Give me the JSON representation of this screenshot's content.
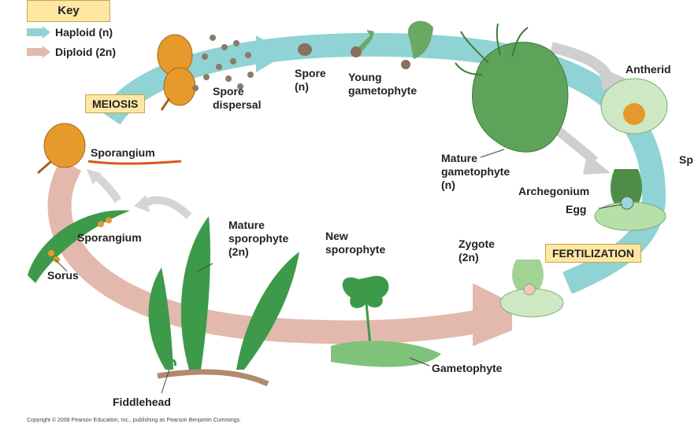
{
  "key": {
    "title": "Key",
    "haploid": "Haploid (n)",
    "diploid": "Diploid (2n)",
    "haploid_color": "#8fd3d4",
    "diploid_color": "#e3b9ad"
  },
  "boxes": {
    "meiosis": "MEIOSIS",
    "fertilization": "FERTILIZATION"
  },
  "labels": {
    "spore_dispersal": [
      "Spore",
      "dispersal"
    ],
    "spore": [
      "Spore",
      "(n)"
    ],
    "young_gametophyte": [
      "Young",
      "gametophyte"
    ],
    "antheridium": "Antherid",
    "sperm": "Sp",
    "mature_gametophyte": [
      "Mature",
      "gametophyte",
      "(n)"
    ],
    "archegonium": "Archegonium",
    "egg": "Egg",
    "zygote": [
      "Zygote",
      "(2n)"
    ],
    "new_sporophyte": [
      "New",
      "sporophyte"
    ],
    "gametophyte": "Gametophyte",
    "mature_sporophyte": [
      "Mature",
      "sporophyte",
      "(2n)"
    ],
    "fiddlehead": "Fiddlehead",
    "sporangium_top": "Sporangium",
    "sporangium_left": "Sporangium",
    "sorus": "Sorus"
  },
  "copyright": "Copyright © 2008 Pearson Education, Inc., publishing as Pearson Benjamin Cummings.",
  "colors": {
    "haploid": "#8fd3d4",
    "diploid": "#e3b9ad",
    "sporangium": "#e69a2b",
    "fern": "#3c9a4a",
    "gametophyte": "#5fa25a"
  }
}
